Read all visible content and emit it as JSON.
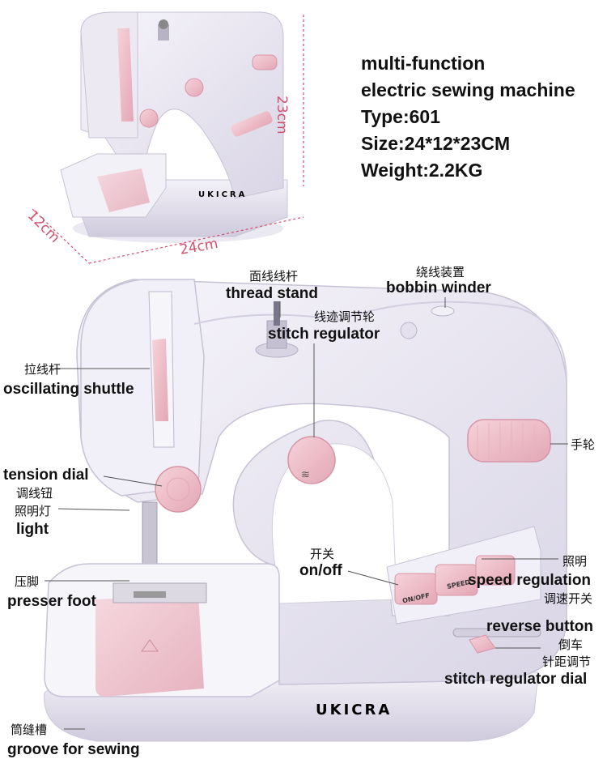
{
  "spec": {
    "lines": [
      "multi-function",
      "electric sewing machine",
      "Type:601",
      "Size:24*12*23CM",
      "Weight:2.2KG"
    ]
  },
  "dimensions": {
    "height": "23cm",
    "depth": "12cm",
    "width": "24cm"
  },
  "brand": {
    "logo": "UKICRA"
  },
  "machine_buttons": {
    "on_off": "ON/OFF",
    "speed": "SPEED"
  },
  "labels": {
    "thread_stand": {
      "cn": "面线线杆",
      "en": "thread stand"
    },
    "bobbin_winder": {
      "cn": "绕线装置",
      "en": "bobbin winder"
    },
    "stitch_regulator": {
      "cn": "线迹调节轮",
      "en": "stitch regulator"
    },
    "oscillating_shuttle": {
      "cn": "拉线杆",
      "en": "oscillating shuttle"
    },
    "handwheel": {
      "cn": "手轮"
    },
    "tension_dial": {
      "cn": "调线钮",
      "en": "tension dial"
    },
    "light": {
      "cn": "照明灯",
      "en": "light"
    },
    "on_off": {
      "cn": "开关",
      "en": "on/off"
    },
    "illumination": {
      "cn": "照明"
    },
    "speed_regulation": {
      "cn": "调速开关",
      "en": "speed regulation"
    },
    "presser_foot": {
      "cn": "压脚",
      "en": "presser foot"
    },
    "reverse_button": {
      "cn": "倒车",
      "en": "reverse button"
    },
    "stitch_regulator_dial": {
      "cn": "针距调节",
      "en": "stitch regulator dial"
    },
    "groove": {
      "cn": "筒缝槽",
      "en": "groove for sewing"
    }
  },
  "colors": {
    "body": "#ece9f3",
    "pink": "#f1c2cd",
    "leader_line": "#555555",
    "dimension": "#d4506e",
    "logo": "#2d4aa5"
  }
}
